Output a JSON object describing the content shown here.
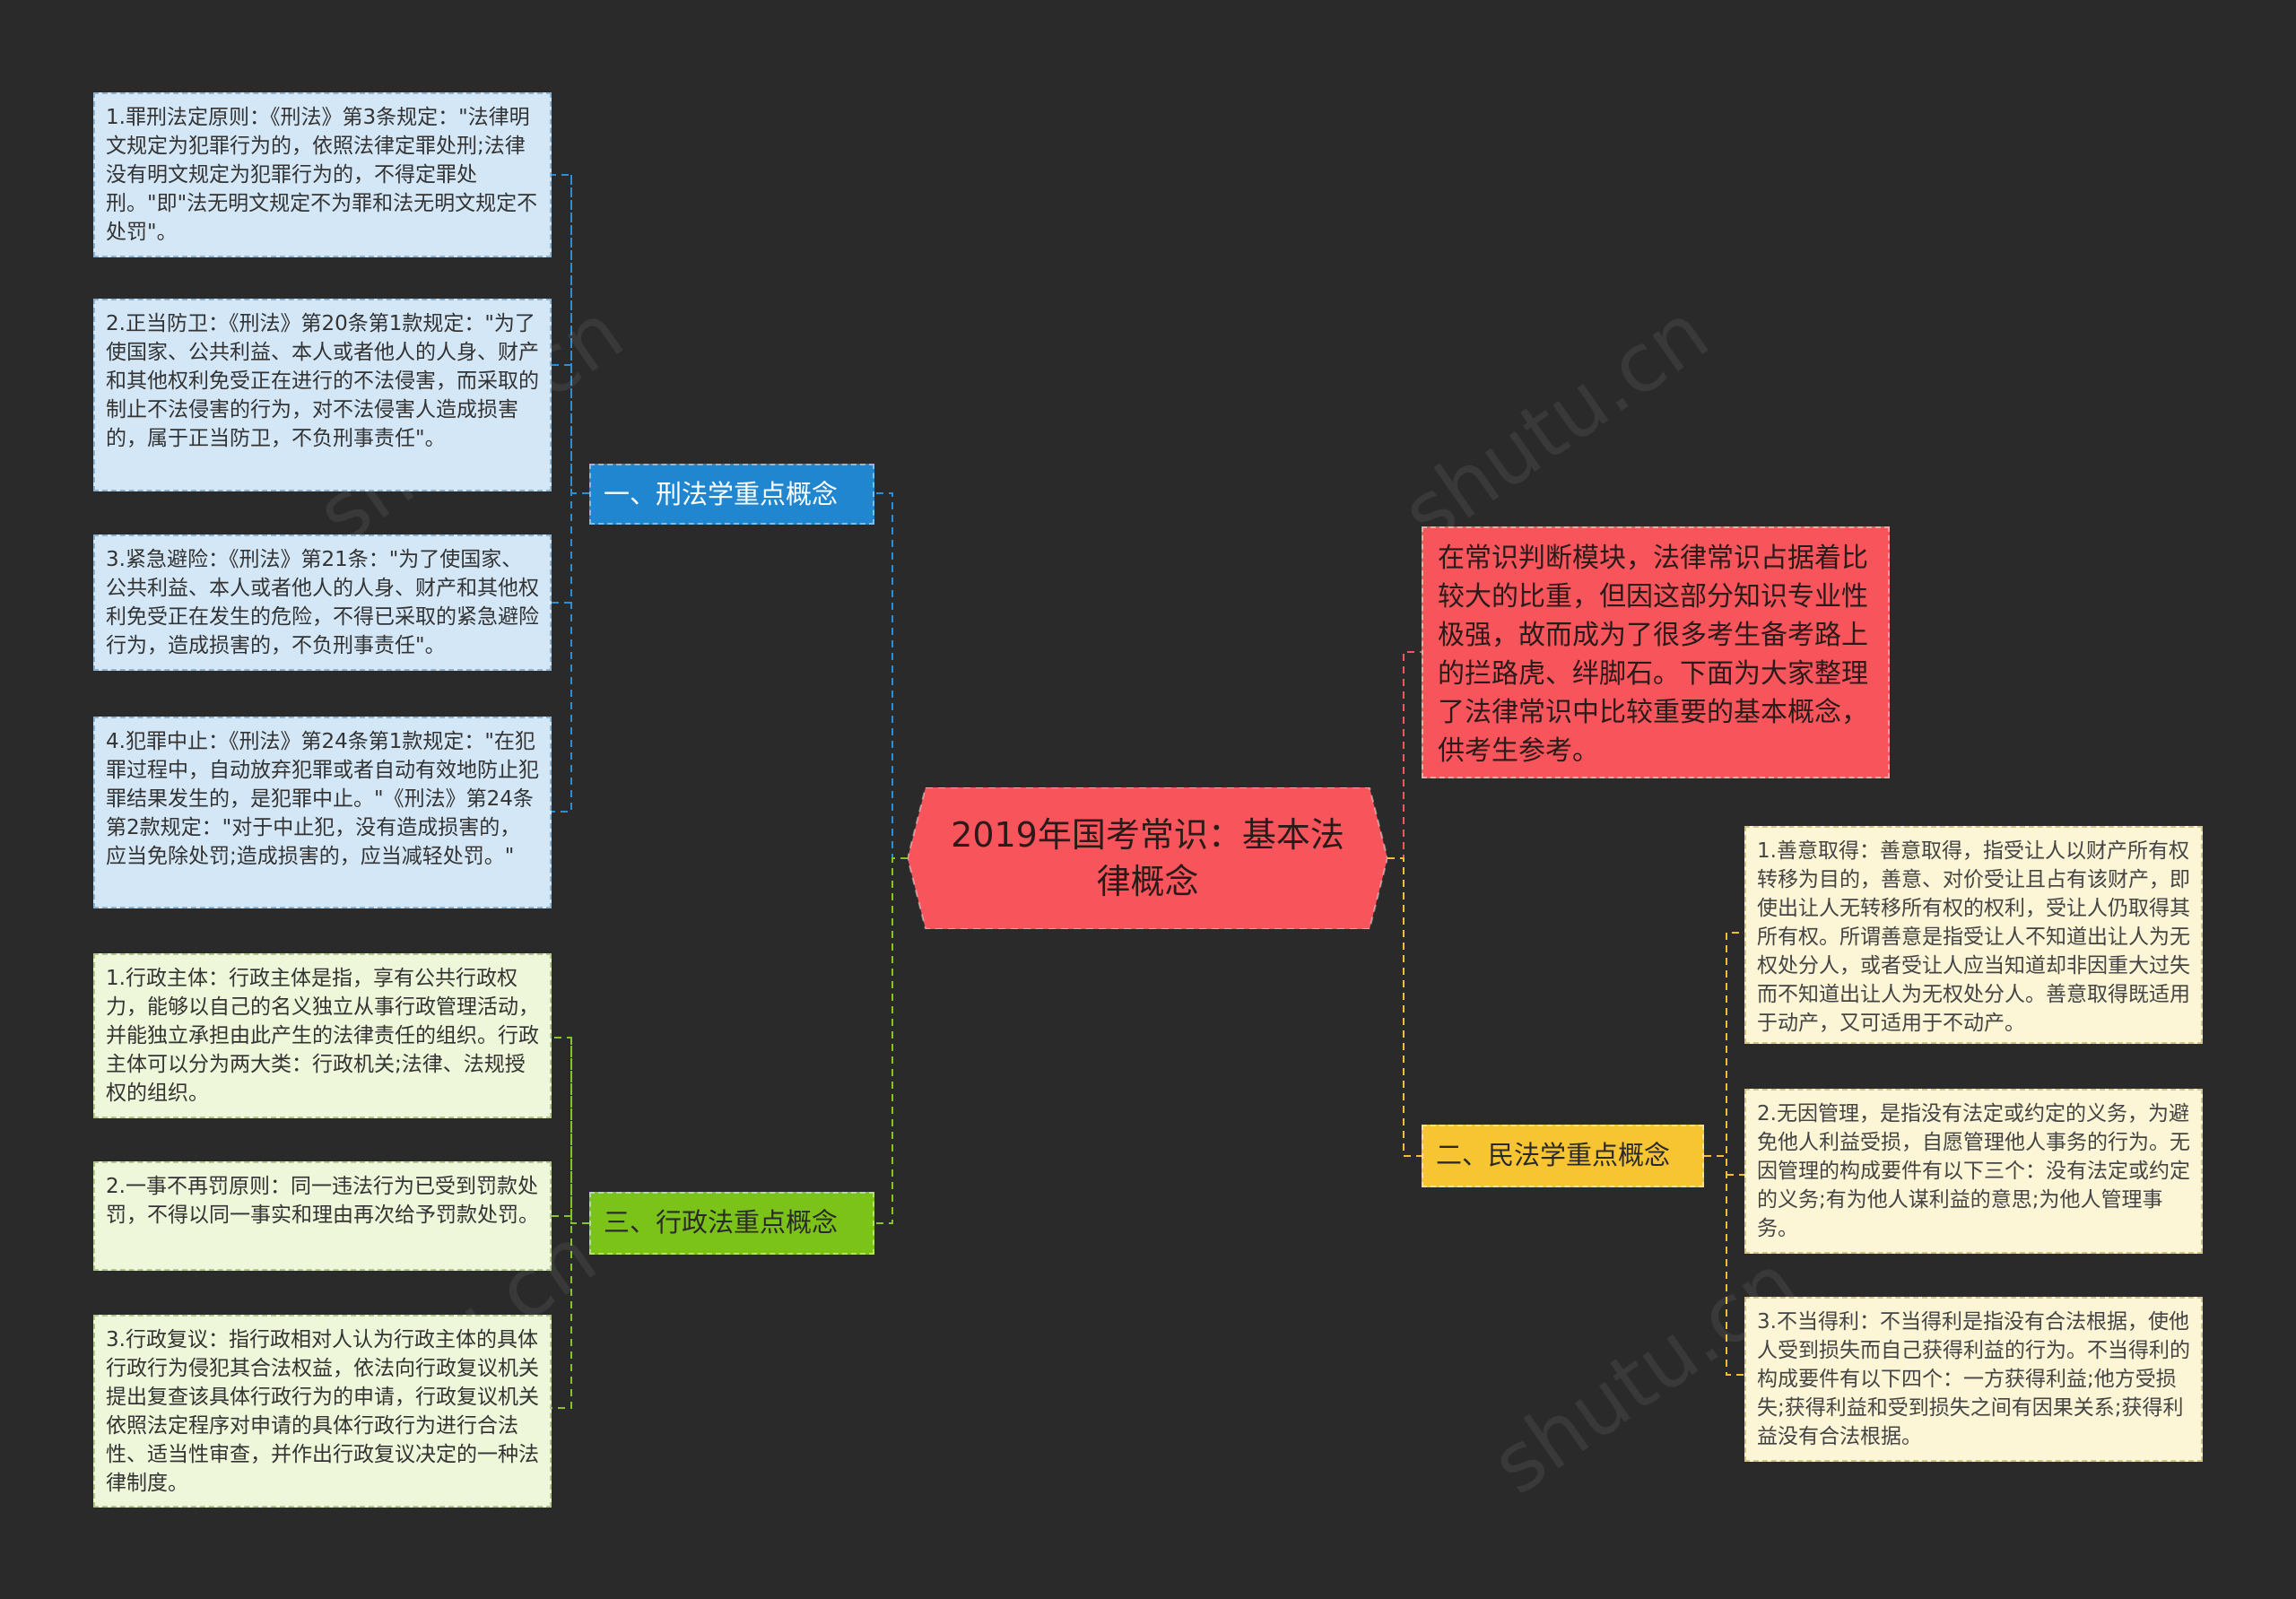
{
  "colors": {
    "background": "#2a2a2a",
    "center": "#f7555b",
    "branch_blue": "#1f86cf",
    "branch_green": "#7cc319",
    "branch_yellow": "#f7c531",
    "leaf_blue": "#d4e7f7",
    "leaf_green": "#eef7d9",
    "leaf_yellow": "#fcf6d6"
  },
  "center": {
    "title": "2019年国考常识：基本法\n律概念"
  },
  "intro": {
    "text": "在常识判断模块，法律常识占据着比较大的比重，但因这部分知识专业性极强，故而成为了很多考生备考路上的拦路虎、绊脚石。下面为大家整理了法律常识中比较重要的基本概念，供考生参考。"
  },
  "branches": {
    "criminal": {
      "label": "一、刑法学重点概念",
      "items": [
        "1.罪刑法定原则：《刑法》第3条规定：\"法律明文规定为犯罪行为的，依照法律定罪处刑;法律没有明文规定为犯罪行为的，不得定罪处刑。\"即\"法无明文规定不为罪和法无明文规定不处罚\"。",
        "2.正当防卫：《刑法》第20条第1款规定：\"为了使国家、公共利益、本人或者他人的人身、财产和其他权利免受正在进行的不法侵害，而采取的制止不法侵害的行为，对不法侵害人造成损害的，属于正当防卫，不负刑事责任\"。",
        "3.紧急避险：《刑法》第21条：\"为了使国家、公共利益、本人或者他人的人身、财产和其他权利免受正在发生的危险，不得已采取的紧急避险行为，造成损害的，不负刑事责任\"。",
        "4.犯罪中止：《刑法》第24条第1款规定：\"在犯罪过程中，自动放弃犯罪或者自动有效地防止犯罪结果发生的，是犯罪中止。\"《刑法》第24条第2款规定：\"对于中止犯，没有造成损害的，应当免除处罚;造成损害的，应当减轻处罚。\""
      ]
    },
    "administrative": {
      "label": "三、行政法重点概念",
      "items": [
        "1.行政主体：行政主体是指，享有公共行政权力，能够以自己的名义独立从事行政管理活动，并能独立承担由此产生的法律责任的组织。行政主体可以分为两大类：行政机关;法律、法规授权的组织。",
        "2.一事不再罚原则：同一违法行为已受到罚款处罚，不得以同一事实和理由再次给予罚款处罚。",
        "3.行政复议：指行政相对人认为行政主体的具体行政行为侵犯其合法权益，依法向行政复议机关提出复查该具体行政行为的申请，行政复议机关依照法定程序对申请的具体行政行为进行合法性、适当性审查，并作出行政复议决定的一种法律制度。"
      ]
    },
    "civil": {
      "label": "二、民法学重点概念",
      "items": [
        "1.善意取得：善意取得，指受让人以财产所有权转移为目的，善意、对价受让且占有该财产，即使出让人无转移所有权的权利，受让人仍取得其所有权。所谓善意是指受让人不知道出让人为无权处分人，或者受让人应当知道却非因重大过失而不知道出让人为无权处分人。善意取得既适用于动产，又可适用于不动产。",
        "2.无因管理，是指没有法定或约定的义务，为避免他人利益受损，自愿管理他人事务的行为。无因管理的构成要件有以下三个：没有法定或约定的义务;有为他人谋利益的意思;为他人管理事务。",
        "3.不当得利：不当得利是指没有合法根据，使他人受到损失而自己获得利益的行为。不当得利的构成要件有以下四个：一方获得利益;他方受损失;获得利益和受到损失之间有因果关系;获得利益没有合法根据。"
      ]
    }
  }
}
